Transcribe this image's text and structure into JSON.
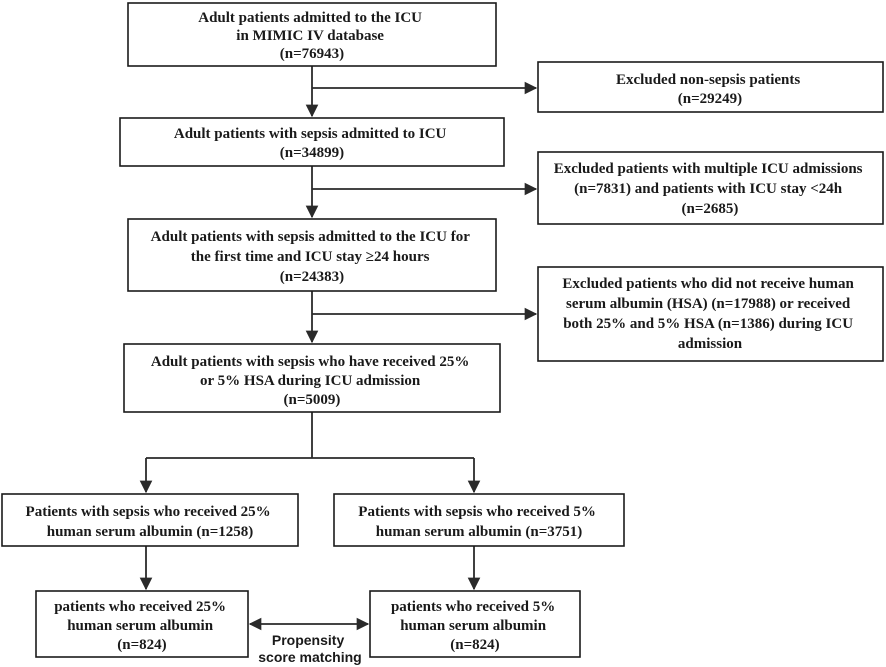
{
  "boxes": {
    "admitted": [
      "Adult patients admitted to the ICU",
      "in MIMIC IV database",
      "(n=76943)"
    ],
    "excluded_non_sepsis": [
      "Excluded non-sepsis patients",
      "(n=29249)"
    ],
    "sepsis": [
      "Adult patients with sepsis admitted to ICU",
      "(n=34899)"
    ],
    "excluded_multiple": [
      "Excluded patients with multiple ICU admissions",
      "(n=7831) and patients with ICU stay <24h",
      "(n=2685)"
    ],
    "first_time": [
      "Adult patients with sepsis admitted to the ICU for",
      "the first time and ICU stay ≥24 hours",
      "(n=24383)"
    ],
    "excluded_hsa": [
      "Excluded patients who did not receive human",
      "serum albumin (HSA)  (n=17988) or received",
      "both 25% and 5% HSA (n=1386) during ICU",
      "admission"
    ],
    "received_hsa": [
      "Adult patients with sepsis who have received 25%",
      "or 5% HSA during ICU admission",
      "(n=5009)"
    ],
    "group_25": [
      "Patients with sepsis who received  25%",
      "human serum albumin   (n=1258)"
    ],
    "group_5": [
      "Patients with sepsis who received  5%",
      "human serum albumin   (n=3751)"
    ],
    "matched_25": [
      "patients who received  25%",
      "human serum albumin",
      "(n=824)"
    ],
    "matched_5": [
      "patients who received  5%",
      "human serum albumin",
      "(n=824)"
    ]
  },
  "matching_label": [
    "Propensity",
    "score matching"
  ]
}
